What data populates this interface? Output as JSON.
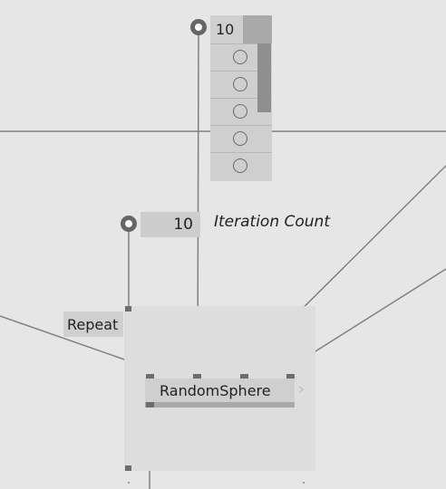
{
  "spread": {
    "count_label": "10",
    "rows": 5,
    "row_icon": "circle-icon"
  },
  "iteration": {
    "value": "10",
    "label": "Iteration Count"
  },
  "repeat": {
    "label": "Repeat"
  },
  "node": {
    "label": "RandomSphere",
    "chevron": "›"
  },
  "colors": {
    "background": "#e6e6e6",
    "wire": "#808080",
    "node_fill": "#cfcfcf",
    "region_fill": "#dddddd",
    "pin": "#6d6d6d"
  }
}
